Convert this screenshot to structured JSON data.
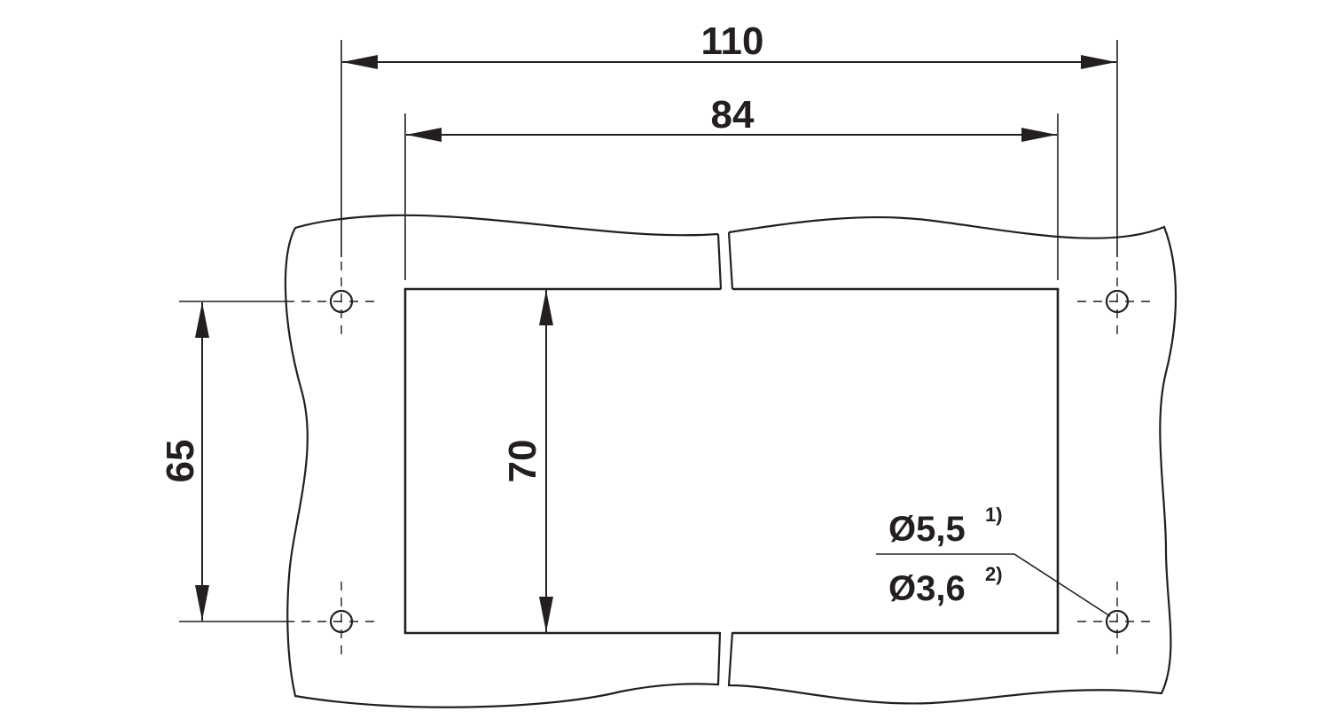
{
  "dimensions": {
    "outer_width": "110",
    "inner_width": "84",
    "hole_spacing_vertical": "65",
    "cutout_height": "70"
  },
  "hole_callout": {
    "diameter_1": "Ø5,5",
    "footnote_1": "1)",
    "diameter_2": "Ø3,6",
    "footnote_2": "2)"
  },
  "colors": {
    "line": "#231f20",
    "background": "#ffffff"
  }
}
